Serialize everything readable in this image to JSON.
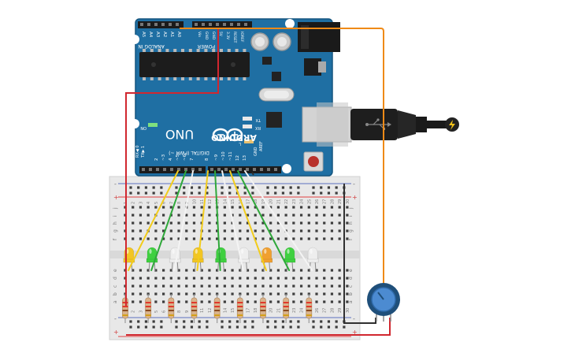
{
  "board": {
    "brand_text": "ARDUINO",
    "model_text": "UNO",
    "on_label": "ON",
    "tx_label": "TX",
    "rx_label": "RX",
    "l_label": "L",
    "aref_label": "AREF",
    "gnd_label": "GND",
    "digital_label": "DIGITAL (PWM ~)",
    "tx1_label": "TX▶ 1",
    "rx0_label": "RX◀ 0",
    "analog_label": "ANALOG IN",
    "power_label": "POWER",
    "digital_pins": [
      "13",
      "12",
      "~11",
      "~10",
      "~9",
      "8",
      "7",
      "~6",
      "~5",
      "4",
      "~3",
      "2"
    ],
    "analog_pins": [
      "A0",
      "A1",
      "A2",
      "A3",
      "A4",
      "A5"
    ],
    "power_pins": [
      "Vin",
      "GND",
      "GND",
      "5V",
      "3.3V",
      "RESET",
      "IOREF"
    ]
  },
  "breadboard": {
    "column_numbers": [
      "1",
      "2",
      "3",
      "4",
      "5",
      "6",
      "7",
      "8",
      "9",
      "10",
      "11",
      "12",
      "13",
      "14",
      "15",
      "16",
      "17",
      "18",
      "19",
      "20",
      "21",
      "22",
      "23",
      "24",
      "25",
      "26",
      "27",
      "28",
      "29",
      "30"
    ],
    "rows_top": [
      "j",
      "i",
      "h",
      "g",
      "f"
    ],
    "rows_bottom": [
      "e",
      "d",
      "c",
      "b",
      "a"
    ],
    "plus_label": "+",
    "minus_label": "-"
  },
  "leds": [
    {
      "color": "#f2c523"
    },
    {
      "color": "#3fd040"
    },
    {
      "color": "#eeeeee"
    },
    {
      "color": "#f2c523"
    },
    {
      "color": "#3fd040"
    },
    {
      "color": "#eeeeee"
    },
    {
      "color": "#f0a030"
    },
    {
      "color": "#3fd040"
    },
    {
      "color": "#eeeeee"
    }
  ],
  "wire_colors": {
    "yellow": "#f2cc1b",
    "green": "#2fa83a",
    "white": "#f4f4f4",
    "red": "#d1272f",
    "orange": "#ef8a17",
    "black": "#303030"
  },
  "icons": [
    "arduino-infinity-logo-icon",
    "usb-plug-icon",
    "lightning-icon"
  ]
}
